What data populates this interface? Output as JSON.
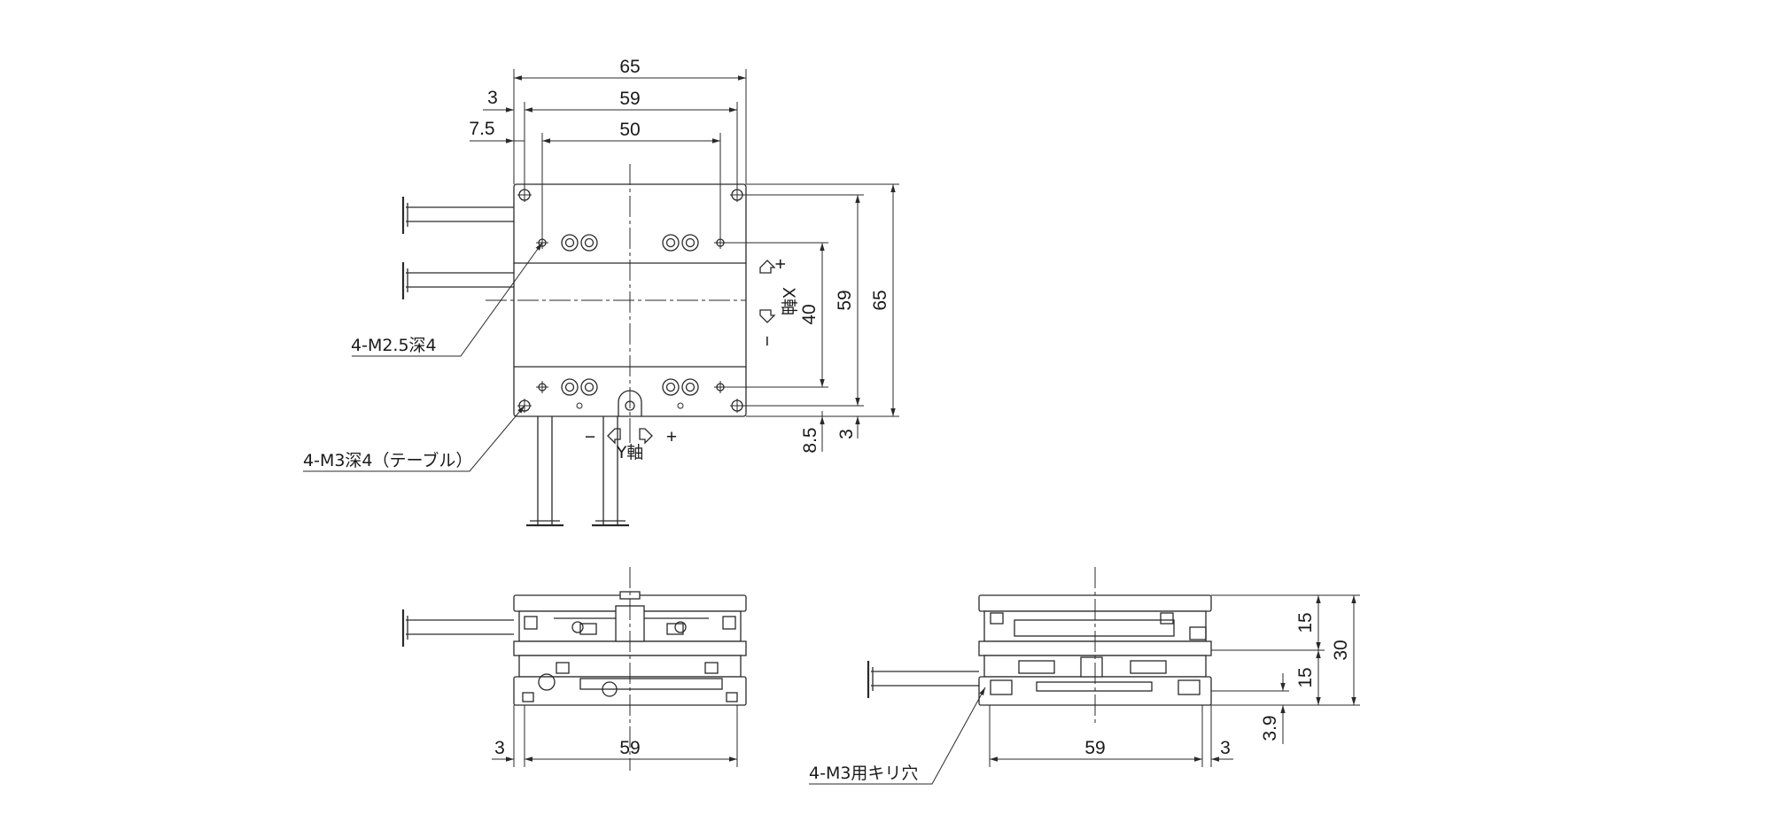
{
  "top_view": {
    "dims": {
      "width_65": "65",
      "pitch_59": "59",
      "pitch_50": "50",
      "offset_3": "3",
      "offset_7_5": "7.5",
      "height_65": "65",
      "height_59": "59",
      "height_40": "40",
      "offset_3_right": "3",
      "offset_8_5": "8.5"
    },
    "labels": {
      "hole_m25": "4-M2.5深4",
      "hole_m3_table": "4-M3深4（テーブル）",
      "x_axis": "X軸",
      "y_axis": "Y軸",
      "plus": "+",
      "minus": "−"
    }
  },
  "front_view": {
    "dims": {
      "offset_3": "3",
      "pitch_59": "59"
    }
  },
  "side_view": {
    "dims": {
      "pitch_59": "59",
      "offset_3": "3",
      "height_15_top": "15",
      "height_15_bottom": "15",
      "height_30": "30",
      "height_3_9": "3.9"
    },
    "labels": {
      "drill_hole": "4-M3用キリ穴"
    }
  }
}
